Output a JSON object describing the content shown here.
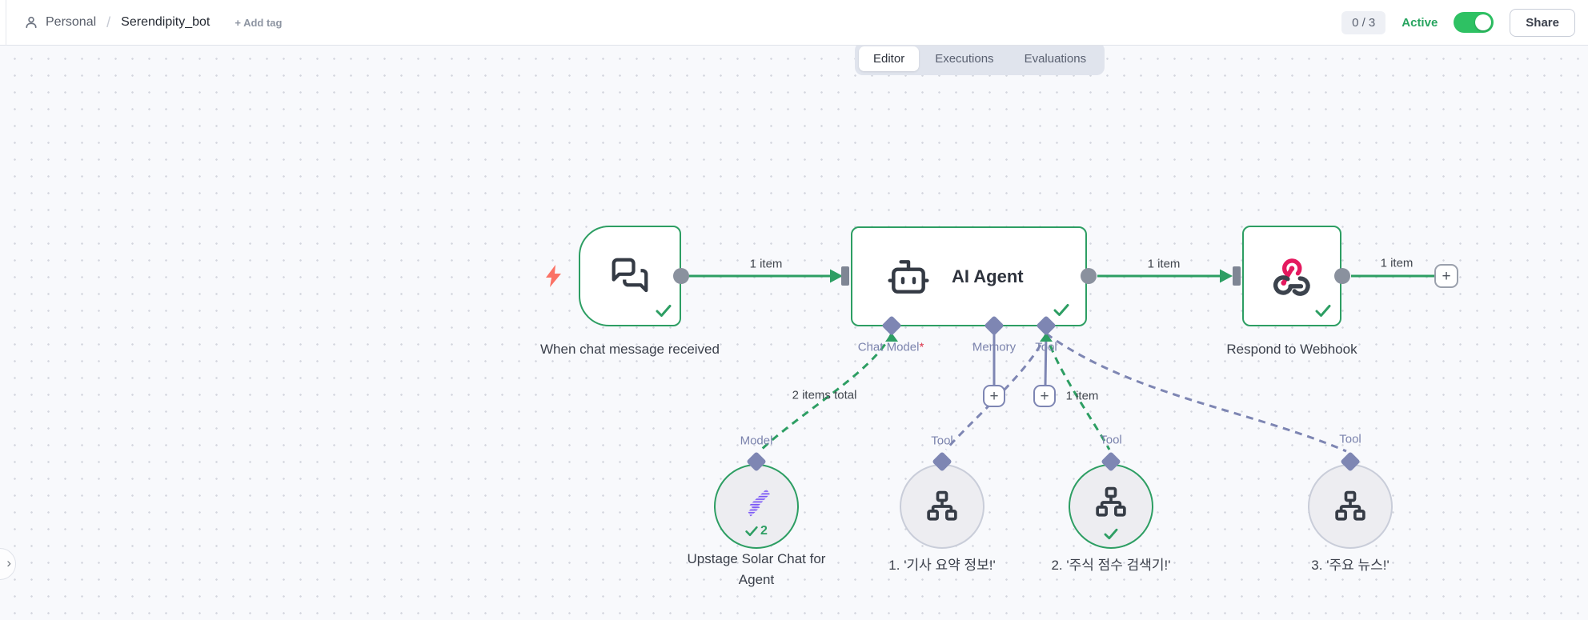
{
  "header": {
    "project": "Personal",
    "breadcrumb_separator": "/",
    "workflow_name": "Serendipity_bot",
    "add_tag_label": "+ Add tag",
    "quota_badge": "0 / 3",
    "active_label": "Active",
    "active_state": "on",
    "share_label": "Share"
  },
  "tabs": {
    "items": [
      {
        "label": "Editor",
        "active": true
      },
      {
        "label": "Executions",
        "active": false
      },
      {
        "label": "Evaluations",
        "active": false
      }
    ]
  },
  "canvas": {
    "nodes": {
      "trigger": {
        "title": "When chat message received",
        "icon": "chat-bubbles-icon",
        "status": "success"
      },
      "agent": {
        "title": "AI Agent",
        "icon": "robot-icon",
        "status": "success",
        "ports": [
          {
            "label": "Chat Model",
            "required_mark": "*"
          },
          {
            "label": "Memory"
          },
          {
            "label": "Tool"
          }
        ]
      },
      "respond": {
        "title": "Respond to Webhook",
        "icon": "webhook-icon",
        "status": "success"
      },
      "model": {
        "top_label": "Model",
        "title": "Upstage Solar Chat for Agent",
        "icon": "upstage-solar-icon",
        "status": "success",
        "run_count": "2"
      },
      "tool1": {
        "top_label": "Tool",
        "title": "1. '기사 요약 정보!'",
        "icon": "sitemap-icon",
        "status": "idle"
      },
      "tool2": {
        "top_label": "Tool",
        "title": "2. '주식 점수 검색기!'",
        "icon": "sitemap-icon",
        "status": "success"
      },
      "tool3": {
        "top_label": "Tool",
        "title": "3. '주요 뉴스!'",
        "icon": "sitemap-icon",
        "status": "idle"
      }
    },
    "connections": {
      "trigger_to_agent": {
        "label": "1 item"
      },
      "agent_to_respond": {
        "label": "1 item"
      },
      "respond_to_plus": {
        "label": "1 item"
      },
      "chatmodel_to_model": {
        "label": "2 items total"
      },
      "tool_to_tool2": {
        "label": "1 item"
      }
    },
    "plus_glyph": "+",
    "expander_glyph": "›"
  },
  "colors": {
    "success_green": "#2d9e63",
    "toggle_green": "#2ec163",
    "connector_purple": "#7e86b3",
    "canvas_bg": "#f8f9fc",
    "webhook_pink": "#e4195f",
    "upstage_purple": "#7b57f6",
    "trigger_bolt": "#fb7265"
  }
}
